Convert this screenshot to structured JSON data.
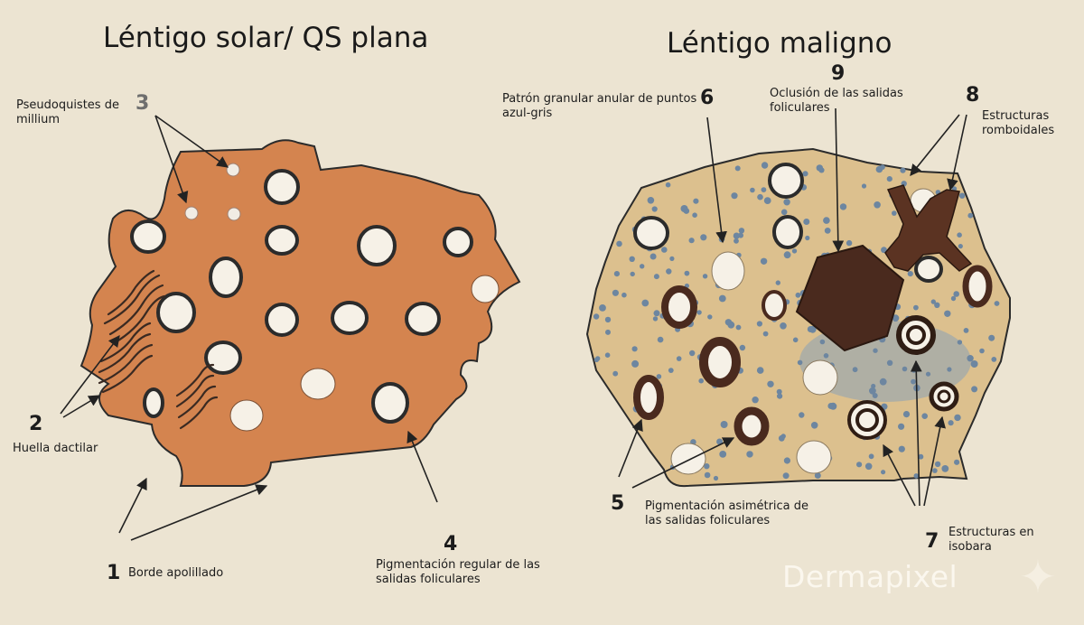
{
  "titles": {
    "left": "Léntigo solar/ QS plana",
    "right": "Léntigo maligno"
  },
  "labels": {
    "n1": {
      "num": "1",
      "text": "Borde apolillado"
    },
    "n2": {
      "num": "2",
      "text": "Huella dactilar"
    },
    "n3": {
      "num": "3",
      "text": [
        "Pseudoquistes de",
        "millium"
      ]
    },
    "n4": {
      "num": "4",
      "text": [
        "Pigmentación regular de las",
        "salidas foliculares"
      ]
    },
    "n5": {
      "num": "5",
      "text": [
        "Pigmentación asimétrica de",
        "las salidas foliculares"
      ]
    },
    "n6": {
      "num": "6",
      "text": [
        "Patrón granular anular de puntos",
        "azul-gris"
      ]
    },
    "n7": {
      "num": "7",
      "text": [
        "Estructuras en",
        "isobara"
      ]
    },
    "n8": {
      "num": "8",
      "text": [
        "Estructuras",
        "romboidales"
      ]
    },
    "n9": {
      "num": "9",
      "text": [
        "Oclusión de las salidas",
        "foliculares"
      ]
    }
  },
  "brand": "Dermapixel",
  "colors": {
    "background": "#ece4d2",
    "solar_lentigo_fill": "#d4844f",
    "maligna_fill": "#dcc08e",
    "dark_pigment": "#4a2a1e",
    "blue_dots": "#6d86a0"
  }
}
